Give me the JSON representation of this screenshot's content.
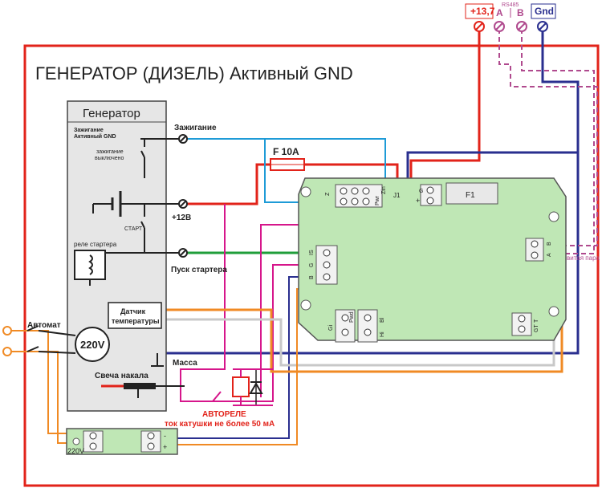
{
  "title": "ГЕНЕРАТОР (ДИЗЕЛЬ) Активный GND",
  "generator": {
    "title": "Генератор",
    "ignition_active": "Зажигание",
    "ignition_active2": "Активный GND",
    "ignition_off": "зажигание",
    "ignition_off2": "выключено",
    "start": "СТАРТ",
    "starter_relay": "реле стартера",
    "temp_sensor": "Датчик",
    "temp_sensor2": "температуры",
    "voltage": "220V",
    "glow_plug": "Свеча накала",
    "breaker": "Автомат"
  },
  "wires": {
    "ignition": "Зажигание",
    "plus12": "+12В",
    "starter": "Пуск стартера",
    "mass": "Масса",
    "fuse": "F 10A",
    "twisted_pair": "витая пара"
  },
  "terminals": {
    "plus137": "+13,7",
    "rs485": "RS485",
    "a": "A",
    "b": "B",
    "gnd": "Gnd"
  },
  "board": {
    "f1": "F1",
    "j1": "J1",
    "z": "Z",
    "pwr": "Pwr",
    "zin": "Zin",
    "g": "G",
    "plus": "+",
    "is": "IS",
    "g2": "G",
    "b": "B",
    "a": "A",
    "b2": "B",
    "gi": "Gi",
    "pwr2": "Pwd",
    "bl": "Bl",
    "hi": "Hi",
    "gt": "GT",
    "t": "T"
  },
  "autorelay": {
    "title": "АВТОРЕЛЕ",
    "note": "ток катушки не более 50 мА"
  },
  "module": {
    "label": "220V",
    "minus": "-",
    "plus": "+"
  },
  "colors": {
    "red": "#e2231a",
    "blue": "#2a2f8f",
    "cyan": "#1e9bd7",
    "green": "#1f9e3a",
    "magenta": "#d6168b",
    "orange": "#f08a24",
    "gray": "#c8c8c8",
    "board": "#bfe7b5",
    "rs485": "#b04a8e"
  }
}
